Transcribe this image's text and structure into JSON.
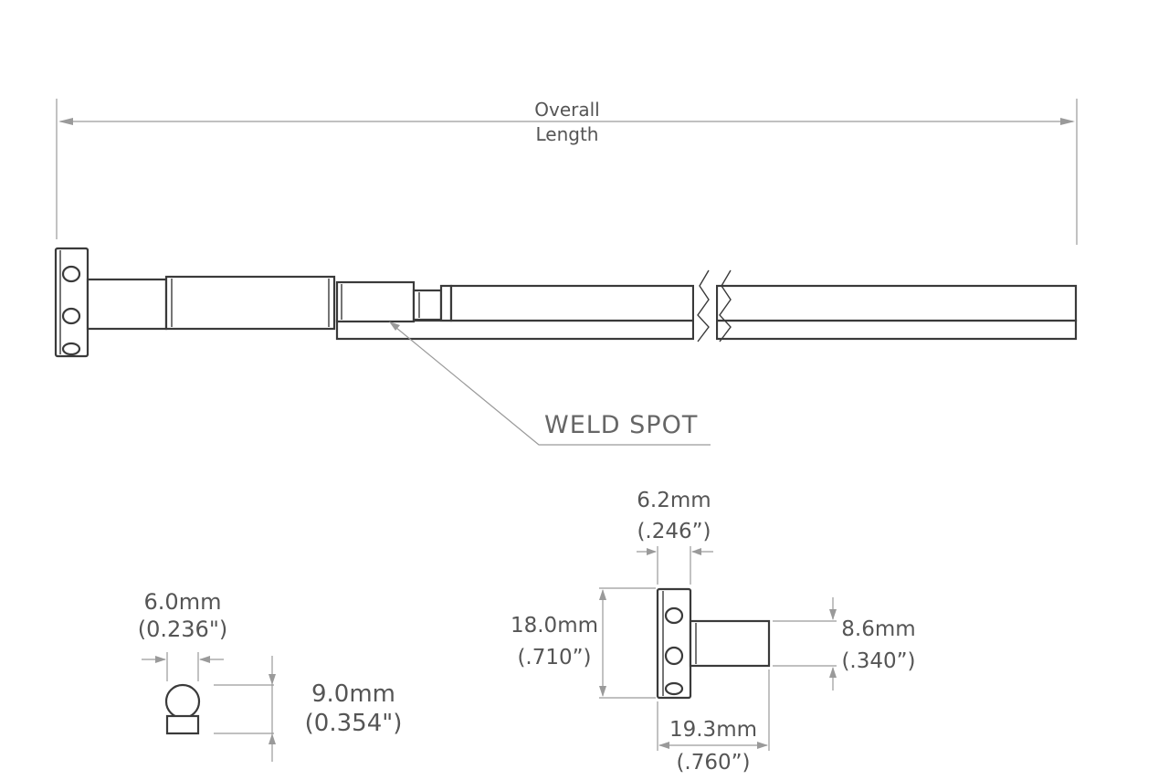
{
  "main_view": {
    "overall_length_line1": "Overall",
    "overall_length_line2": "Length",
    "weld_spot_label": "WELD SPOT"
  },
  "end_view": {
    "width_mm": "6.0mm",
    "width_in": "(0.236\")",
    "height_mm": "9.0mm",
    "height_in": "(0.354\")"
  },
  "side_view": {
    "flange_thickness_mm": "6.2mm",
    "flange_thickness_in": "(.246”)",
    "flange_height_mm": "18.0mm",
    "flange_height_in": "(.710”)",
    "shaft_diameter_mm": "8.6mm",
    "shaft_diameter_in": "(.340”)",
    "stub_length_mm": "19.3mm",
    "stub_length_in": "(.760”)"
  },
  "colors": {
    "outline": "#3a3a3a",
    "dimension_line": "#9a9a9a",
    "text": "#555555"
  }
}
